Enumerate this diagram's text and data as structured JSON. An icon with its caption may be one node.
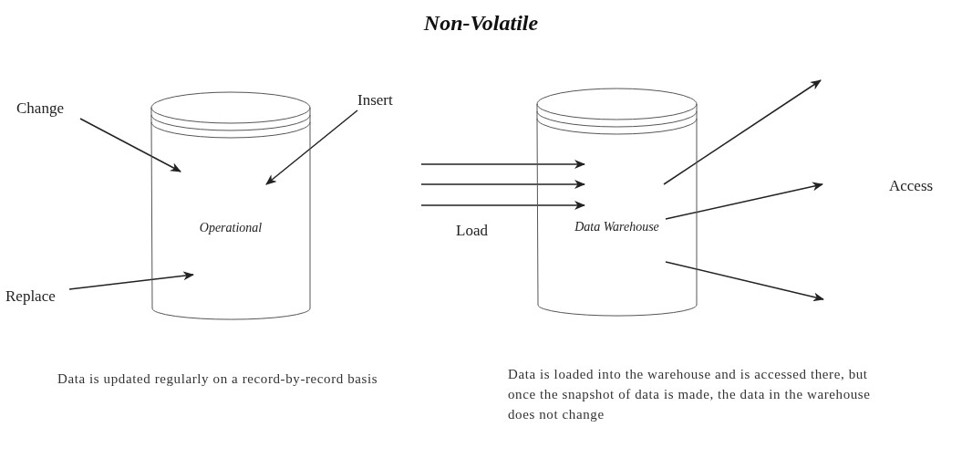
{
  "diagram": {
    "title": "Non-Volatile",
    "nodes": [
      {
        "text": [
          "Change"
        ]
      },
      {
        "text": [
          "Insert"
        ]
      },
      {
        "text": [
          "Replace"
        ]
      },
      {
        "text": [
          "Operational"
        ],
        "beside": [
          "Data is updated regularly on a record-by-record basis"
        ]
      },
      {
        "text": [
          "Data Warehouse"
        ],
        "beside": [
          "Data is loaded into the warehouse and is accessed there, but once the snapshot of data is made, the data in the warehouse does not change"
        ]
      }
    ],
    "edges": [
      {
        "from": 0,
        "to": 3,
        "arrow": "to"
      },
      {
        "from": 1,
        "to": 3,
        "arrow": "to"
      },
      {
        "from": 2,
        "to": 3,
        "arrow": "to"
      },
      {
        "from": null,
        "to": 4,
        "arrow": "to"
      },
      {
        "from": null,
        "to": 4,
        "arrow": "to"
      },
      {
        "from": null,
        "to": 4,
        "arrow": "to"
      },
      {
        "from": 4,
        "to": null,
        "arrow": "to"
      },
      {
        "from": 4,
        "to": null,
        "arrow": "to"
      },
      {
        "from": 4,
        "to": null,
        "arrow": "to"
      }
    ],
    "labels": [
      "Load",
      "Access"
    ]
  }
}
